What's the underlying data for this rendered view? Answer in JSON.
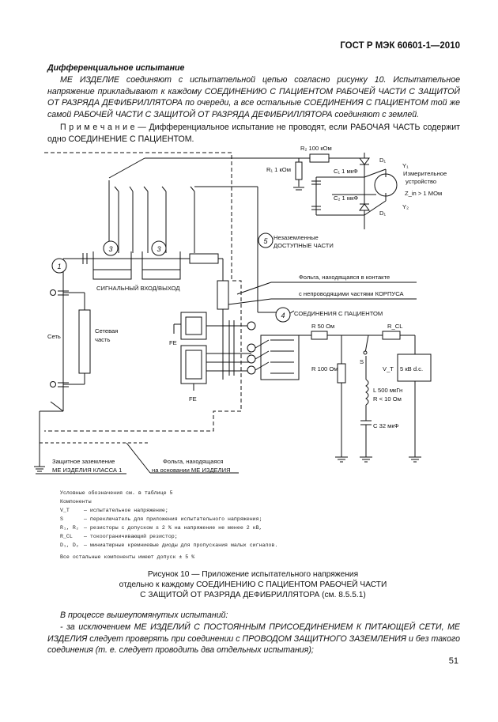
{
  "header": {
    "standard": "ГОСТ Р МЭК 60601-1—2010"
  },
  "section_title": "Дифференциальное испытание",
  "intro_paragraph": "МЕ ИЗДЕЛИЕ соединяют с испытательной цепью согласно рисунку 10. Испытательное напряжение прикладывают к каждому СОЕДИНЕНИЮ С ПАЦИЕНТОМ РАБОЧЕЙ ЧАСТИ С ЗАЩИТОЙ ОТ РАЗРЯДА ДЕФИБРИЛЛЯТОРА по очереди, а все остальные СОЕДИНЕНИЯ С ПАЦИЕНТОМ той же самой РАБОЧЕЙ ЧАСТИ С ЗАЩИТОЙ ОТ РАЗРЯДА ДЕФИБРИЛЛЯТОРА соединяют с землей.",
  "note": {
    "label": "П р и м е ч а н и е",
    "text": " — Дифференциальное испытание не проводят, если РАБОЧАЯ ЧАСТЬ содержит одно СОЕДИНЕНИЕ С ПАЦИЕНТОМ."
  },
  "diagram": {
    "r2": "R₂ 100 кОм",
    "r1": "R₁ 1 кОм",
    "c1": "C₁ 1 мкФ",
    "c2": "C₂ 1 мкФ",
    "d1_top": "D₁",
    "d1_bottom": "D₁",
    "y1": "Y₁",
    "y2": "Y₂",
    "meter": [
      "Измерительное",
      "устройство"
    ],
    "zin": "Z_in > 1 МОм",
    "marker_1": "1",
    "marker_3a": "3",
    "marker_3b": "3",
    "marker_4": "4",
    "marker_5": "5",
    "unearthed_parts": [
      "Незаземленные",
      "ДОСТУПНЫЕ ЧАСТИ"
    ],
    "signal_io": "СИГНАЛЬНЫЙ ВХОД/ВЫХОД",
    "foil_enclosure": [
      "Фольга, находящаяся в контакте",
      "с непроводящими частями КОРПУСА"
    ],
    "patient_connections": "СОЕДИНЕНИЯ С ПАЦИЕНТОМ",
    "mains": "Сеть",
    "mains_part": [
      "Сетевая",
      "часть"
    ],
    "fe_1": "FE",
    "fe_2": "FE",
    "r50": "R 50 Ом",
    "r100": "R 100 Ом",
    "rcl": "R_CL",
    "switch_s": "S",
    "vt": "V_T",
    "source": "5 кВ d.c.",
    "inductor": [
      "L 500 мкГн",
      "R < 10 Ом"
    ],
    "capacitor": "C 32 мкФ",
    "protective_earth": [
      "Защитное заземление",
      "МЕ ИЗДЕЛИЯ КЛАССА 1"
    ],
    "foil_base": [
      "Фольга, находящаяся",
      "на основании МЕ ИЗДЕЛИЯ"
    ]
  },
  "legend": {
    "intro": "Условные обозначения см. в таблице 5",
    "components_title": "Компоненты",
    "rows": [
      {
        "symbol": "V_T",
        "text": "— испытательное напряжение;"
      },
      {
        "symbol": "S",
        "text": "— переключатель для приложения испытательного напряжения;"
      },
      {
        "symbol": "R₁, R₂",
        "text": "— резисторы с допуском ± 2 % на напряжение не менее 2 кВ,"
      },
      {
        "symbol": "R_CL",
        "text": "— токоограничивающий резистор;"
      },
      {
        "symbol": "D₁, D₂",
        "text": "— миниатюрные кремниевые диоды для пропускания малых сигналов."
      }
    ],
    "tolerance": "Все остальные компоненты имеют допуск ± 5 %"
  },
  "caption": [
    "Рисунок 10 — Приложение испытательного напряжения",
    "отдельно к  каждому  СОЕДИНЕНИЮ С ПАЦИЕНТОМ РАБОЧЕЙ ЧАСТИ",
    "С ЗАЩИТОЙ ОТ РАЗРЯДА ДЕФИБРИЛЛЯТОРА  (см. 8.5.5.1)"
  ],
  "after_tests_intro": "В процессе вышеупомянутых испытаний:",
  "after_tests_item": "- за исключением МЕ ИЗДЕЛИЙ С ПОСТОЯННЫМ ПРИСОЕДИНЕНИЕМ К ПИТАЮЩЕЙ СЕТИ, МЕ ИЗДЕЛИЯ следует проверять при соединении с ПРОВОДОМ ЗАЩИТНОГО ЗАЗЕМЛЕНИЯ и без такого соединения (т. е. следует проводить два отдельных испытания);",
  "page_number": "51"
}
